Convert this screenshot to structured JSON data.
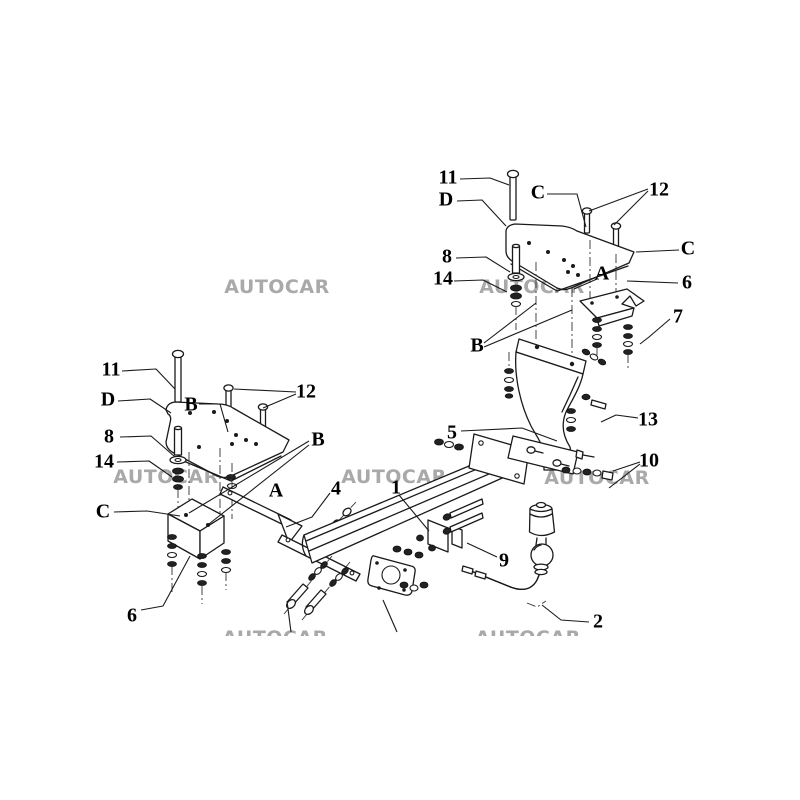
{
  "watermark": {
    "text": "AUTOCAR",
    "color": "#a9a9a9"
  },
  "colors": {
    "line": "#1a1a1a",
    "background": "#ffffff"
  },
  "labels": {
    "left_11": "11",
    "left_D": "D",
    "left_B_top": "B",
    "left_12": "12",
    "left_8": "8",
    "left_14": "14",
    "left_B_side": "B",
    "left_C": "C",
    "left_A": "A",
    "left_6": "6",
    "part_1": "1",
    "part_2": "2",
    "part_4": "4",
    "part_5": "5",
    "part_7": "7",
    "part_9": "9",
    "part_10": "10",
    "part_13": "13",
    "right_11": "11",
    "right_D": "D",
    "right_C_top": "C",
    "right_12": "12",
    "right_8": "8",
    "right_14": "14",
    "right_C_side": "C",
    "right_6": "6",
    "right_A": "A",
    "right_B": "B"
  }
}
